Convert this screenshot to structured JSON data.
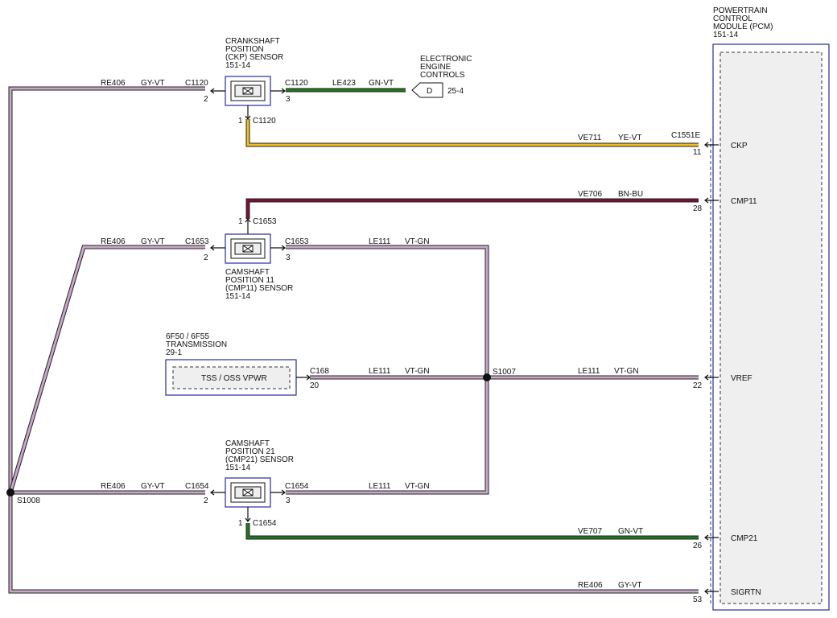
{
  "pcm": {
    "title_lines": [
      "POWERTRAIN",
      "CONTROL",
      "MODULE (PCM)",
      "151-14"
    ],
    "pins": [
      {
        "name": "CKP",
        "number": "11",
        "connector": "C1551E"
      },
      {
        "name": "CMP11",
        "number": "28"
      },
      {
        "name": "VREF",
        "number": "22"
      },
      {
        "name": "CMP21",
        "number": "26"
      },
      {
        "name": "SIGRTN",
        "number": "53"
      }
    ]
  },
  "ckp_sensor": {
    "title_lines": [
      "CRANKSHAFT",
      "POSITION",
      "(CKP) SENSOR",
      "151-14"
    ],
    "connector": "C1120",
    "pins": {
      "left": "2",
      "right": "3",
      "bottom": "1"
    }
  },
  "cmp11_sensor": {
    "title_lines": [
      "CAMSHAFT",
      "POSITION 11",
      "(CMP11) SENSOR",
      "151-14"
    ],
    "connector": "C1653",
    "pins": {
      "left": "2",
      "right": "3",
      "top": "1"
    }
  },
  "cmp21_sensor": {
    "title_lines": [
      "CAMSHAFT",
      "POSITION 21",
      "(CMP21) SENSOR",
      "151-14"
    ],
    "connector": "C1654",
    "pins": {
      "left": "2",
      "right": "3",
      "bottom": "1"
    }
  },
  "transmission": {
    "title_lines": [
      "6F50 / 6F55",
      "TRANSMISSION",
      "29-1"
    ],
    "inner_label": "TSS / OSS VPWR",
    "connector": "C168",
    "pin": "20"
  },
  "eec": {
    "title_lines": [
      "ELECTRONIC",
      "ENGINE",
      "CONTROLS"
    ],
    "letter": "D",
    "ref": "25-4"
  },
  "splices": {
    "s1007": "S1007",
    "s1008": "S1008"
  },
  "wires": {
    "re406": {
      "circuit": "RE406",
      "color": "GY-VT"
    },
    "le423": {
      "circuit": "LE423",
      "color": "GN-VT"
    },
    "ve711": {
      "circuit": "VE711",
      "color": "YE-VT"
    },
    "ve706": {
      "circuit": "VE706",
      "color": "BN-BU"
    },
    "le111": {
      "circuit": "LE111",
      "color": "VT-GN"
    },
    "ve707": {
      "circuit": "VE707",
      "color": "GN-VT"
    }
  },
  "colors": {
    "gy_vt": "#c8a8c8",
    "vt_gn": "#c8a8c8",
    "gn_vt": "#1e7a1e",
    "ye_vt": "#f0c020",
    "bn_bu": "#7a1238",
    "component_blue": "#2a2aa0"
  }
}
